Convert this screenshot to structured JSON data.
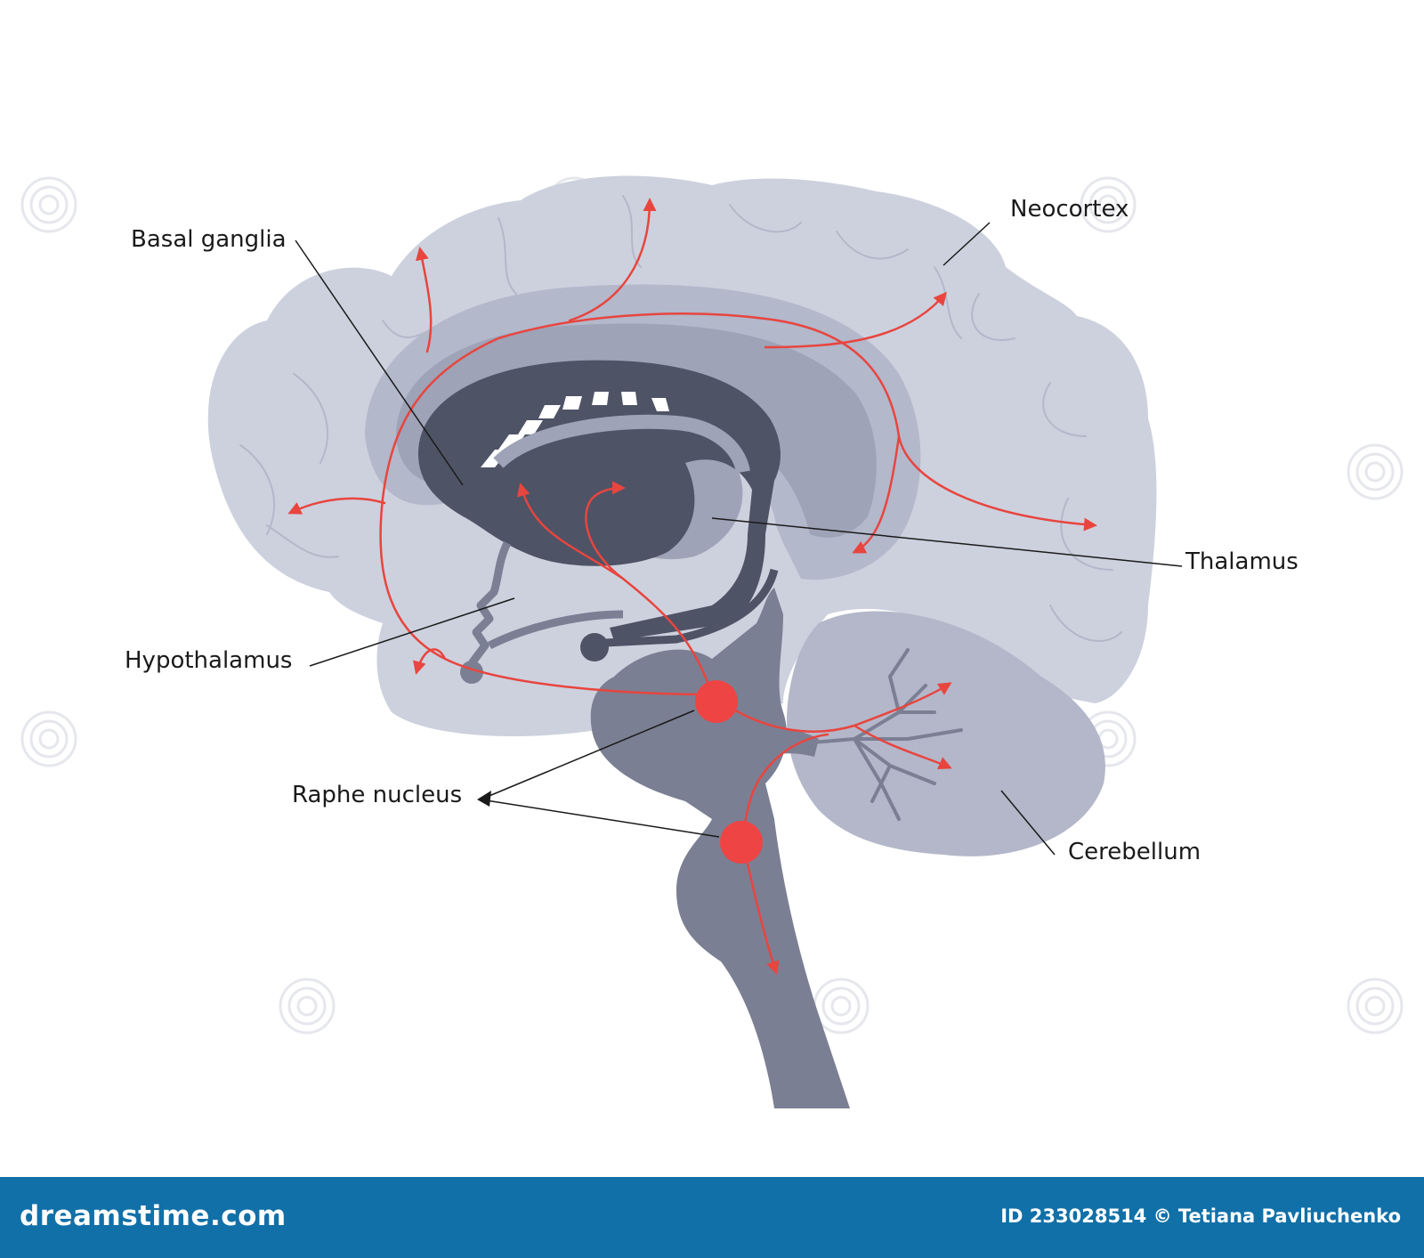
{
  "labels": {
    "basal_ganglia": "Basal ganglia",
    "neocortex": "Neocortex",
    "thalamus": "Thalamus",
    "hypothalamus": "Hypothalamus",
    "raphe_nucleus": "Raphe nucleus",
    "cerebellum": "Cerebellum"
  },
  "watermark": "dreamstime",
  "footer": {
    "brand": "dreamstime.com",
    "image_id": "ID 233028514",
    "author": "© Tetiana Pavliuchenko",
    "background": "#1170a8"
  },
  "colors": {
    "cortex": "#cdd1de",
    "cerebellum": "#b3b7c9",
    "midlayer": "#9ea3b7",
    "brainstem": "#7b7f93",
    "dark": "#4f5366",
    "pathway": "#e8453f",
    "nucleus": "#ef4444"
  }
}
